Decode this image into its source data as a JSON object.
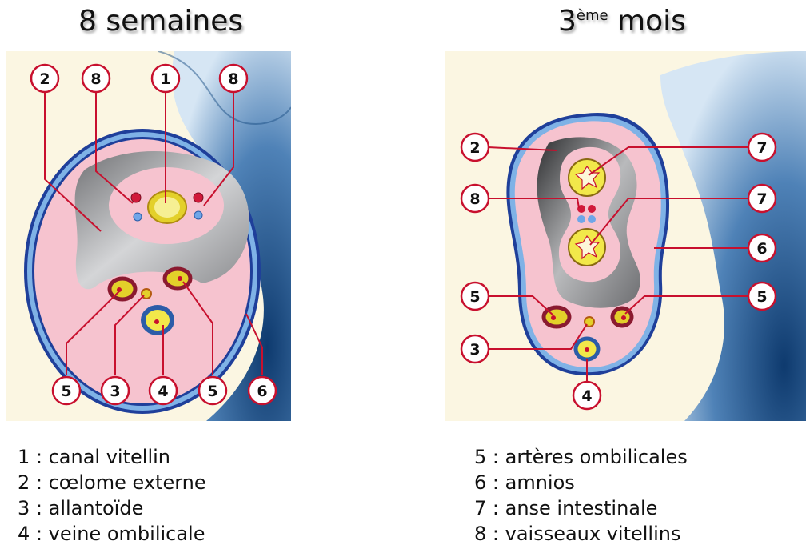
{
  "titles": {
    "left": "8 semaines",
    "right_main": "3",
    "right_sup": "ème",
    "right_rest": " mois"
  },
  "colors": {
    "background_panel": "#fbf6e2",
    "placenta_blue_dark": "#1c4f86",
    "placenta_blue_light": "#c6dcef",
    "amnion_outline": "#1f3f9a",
    "amnion_light": "#7fb2e6",
    "cord_pink": "#f6c3cf",
    "coelom_gray": "#9c9ea1",
    "callout_red": "#c8102e",
    "vessel_red": "#d1193a",
    "vessel_blue": "#6fa6e8",
    "vitelline_yellow": "#f2e84a"
  },
  "left_diagram": {
    "callouts": [
      "2",
      "8",
      "1",
      "8",
      "5",
      "3",
      "4",
      "5",
      "6"
    ]
  },
  "right_diagram": {
    "callouts": [
      "2",
      "7",
      "8",
      "7",
      "6",
      "5",
      "5",
      "3",
      "4"
    ]
  },
  "legend": {
    "left": [
      "1 : canal vitellin",
      "2 : cœlome externe",
      "3 : allantoïde",
      "4 : veine ombilicale"
    ],
    "right": [
      "5 : artères ombilicales",
      "6 : amnios",
      "7 : anse intestinale",
      "8 : vaisseaux vitellins"
    ]
  }
}
